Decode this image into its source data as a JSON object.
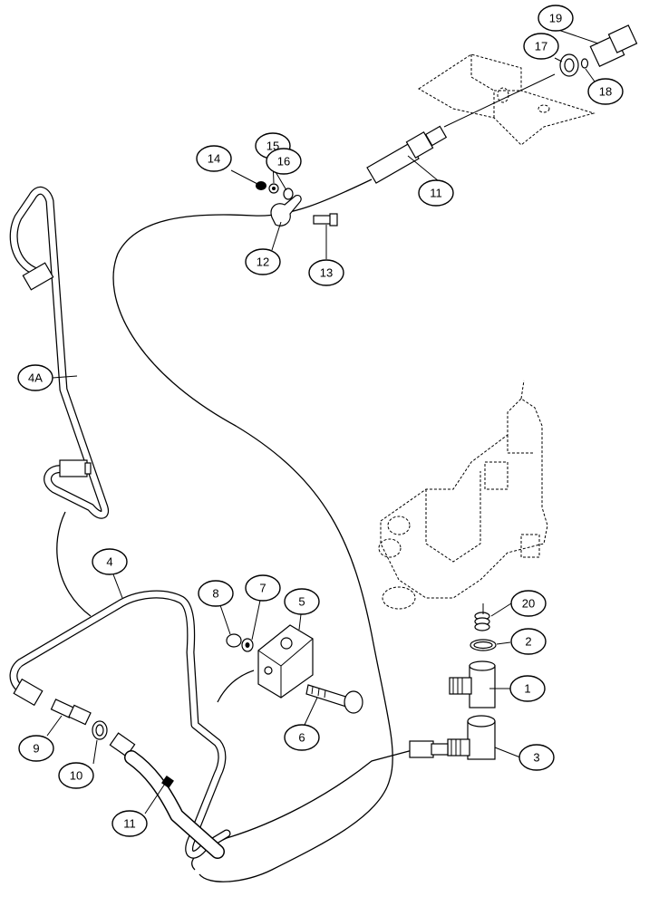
{
  "callouts": [
    {
      "id": "c1",
      "label": "1"
    },
    {
      "id": "c2",
      "label": "2"
    },
    {
      "id": "c3",
      "label": "3"
    },
    {
      "id": "c4",
      "label": "4"
    },
    {
      "id": "c4a",
      "label": "4A"
    },
    {
      "id": "c5",
      "label": "5"
    },
    {
      "id": "c6",
      "label": "6"
    },
    {
      "id": "c7",
      "label": "7"
    },
    {
      "id": "c8",
      "label": "8"
    },
    {
      "id": "c9",
      "label": "9"
    },
    {
      "id": "c10",
      "label": "10"
    },
    {
      "id": "c11a",
      "label": "11"
    },
    {
      "id": "c11b",
      "label": "11"
    },
    {
      "id": "c12",
      "label": "12"
    },
    {
      "id": "c13",
      "label": "13"
    },
    {
      "id": "c14",
      "label": "14"
    },
    {
      "id": "c15",
      "label": "15"
    },
    {
      "id": "c16",
      "label": "16"
    },
    {
      "id": "c17",
      "label": "17"
    },
    {
      "id": "c18",
      "label": "18"
    },
    {
      "id": "c19",
      "label": "19"
    },
    {
      "id": "c20",
      "label": "20"
    }
  ]
}
